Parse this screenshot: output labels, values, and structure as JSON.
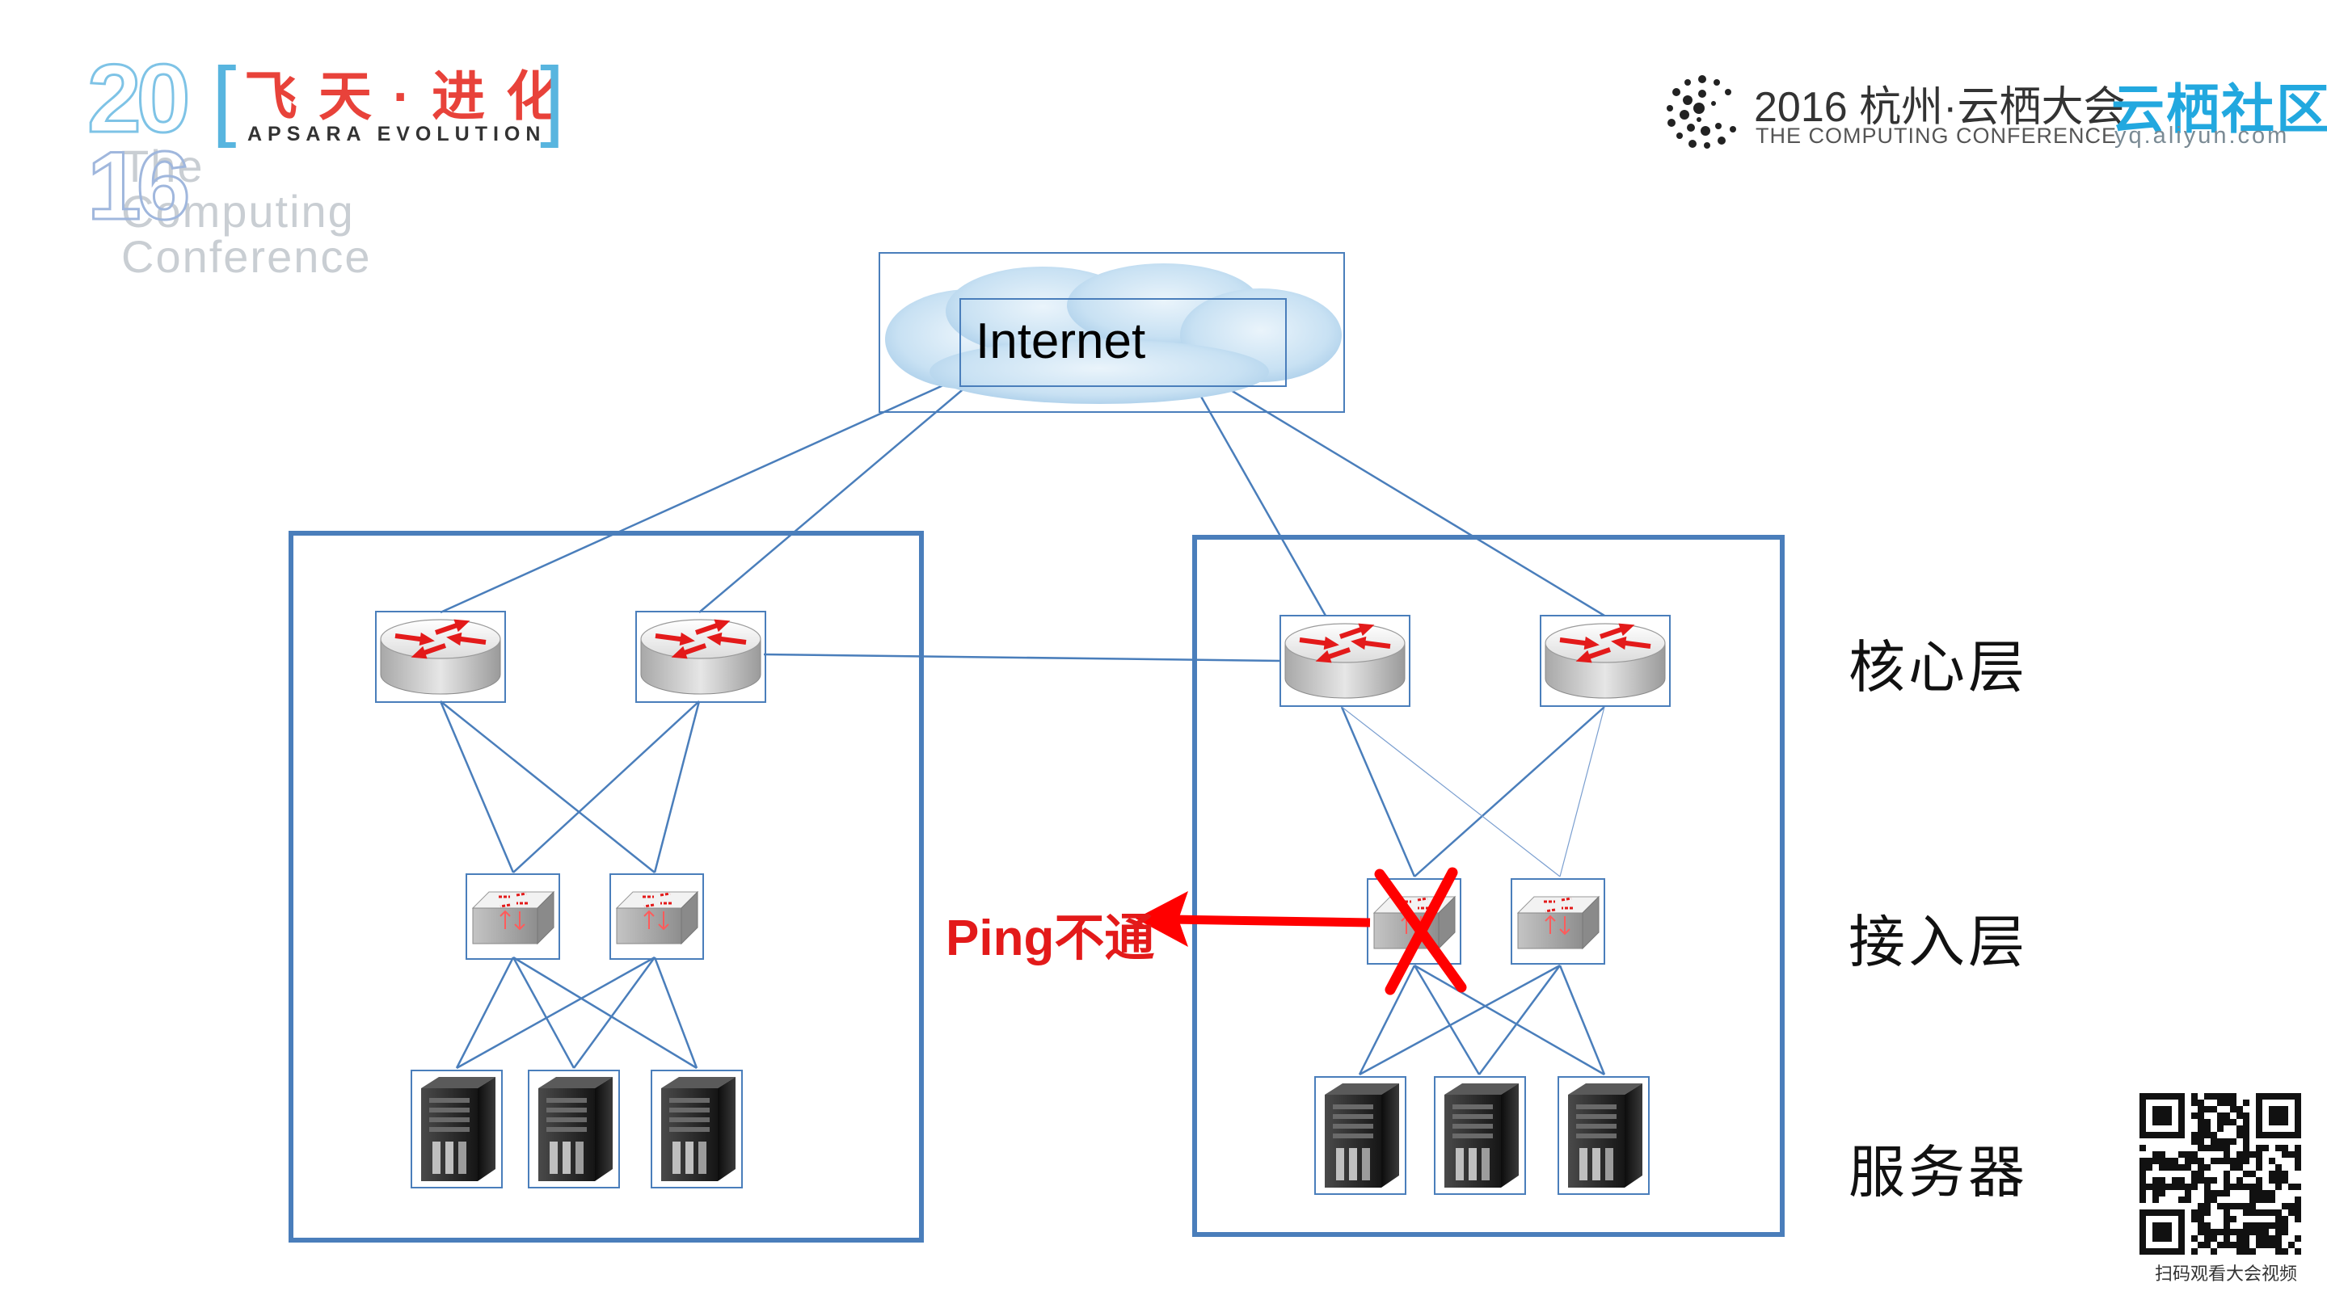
{
  "logo": {
    "year_top": "20",
    "year_bottom": "16",
    "ghost_text": "The\nComputing\nConference",
    "bracket_left": "[",
    "bracket_right": "]",
    "cn_text": "飞天·进化",
    "en_text": "APSARA EVOLUTION"
  },
  "header": {
    "conference_title": "2016 杭州·云栖大会",
    "conference_subtitle": "THE COMPUTING CONFERENCE",
    "community_title": "云栖社区",
    "community_url": "yq.aliyun.com"
  },
  "diagram": {
    "internet_label": "Internet",
    "layer_labels": {
      "core": "核心层",
      "access": "接入层",
      "server": "服务器"
    },
    "ping_label": "Ping不通",
    "colors": {
      "link": "#4a7ebb",
      "frame": "#4a7ebb",
      "failure": "#ff0000",
      "router_arrow": "#e31a1a"
    },
    "icons": [
      "cloud-icon",
      "router-icon",
      "switch-icon",
      "server-icon",
      "failure-x-icon",
      "qr-code-icon",
      "conference-logo-icon"
    ]
  },
  "footer": {
    "qr_caption": "扫码观看大会视频"
  }
}
